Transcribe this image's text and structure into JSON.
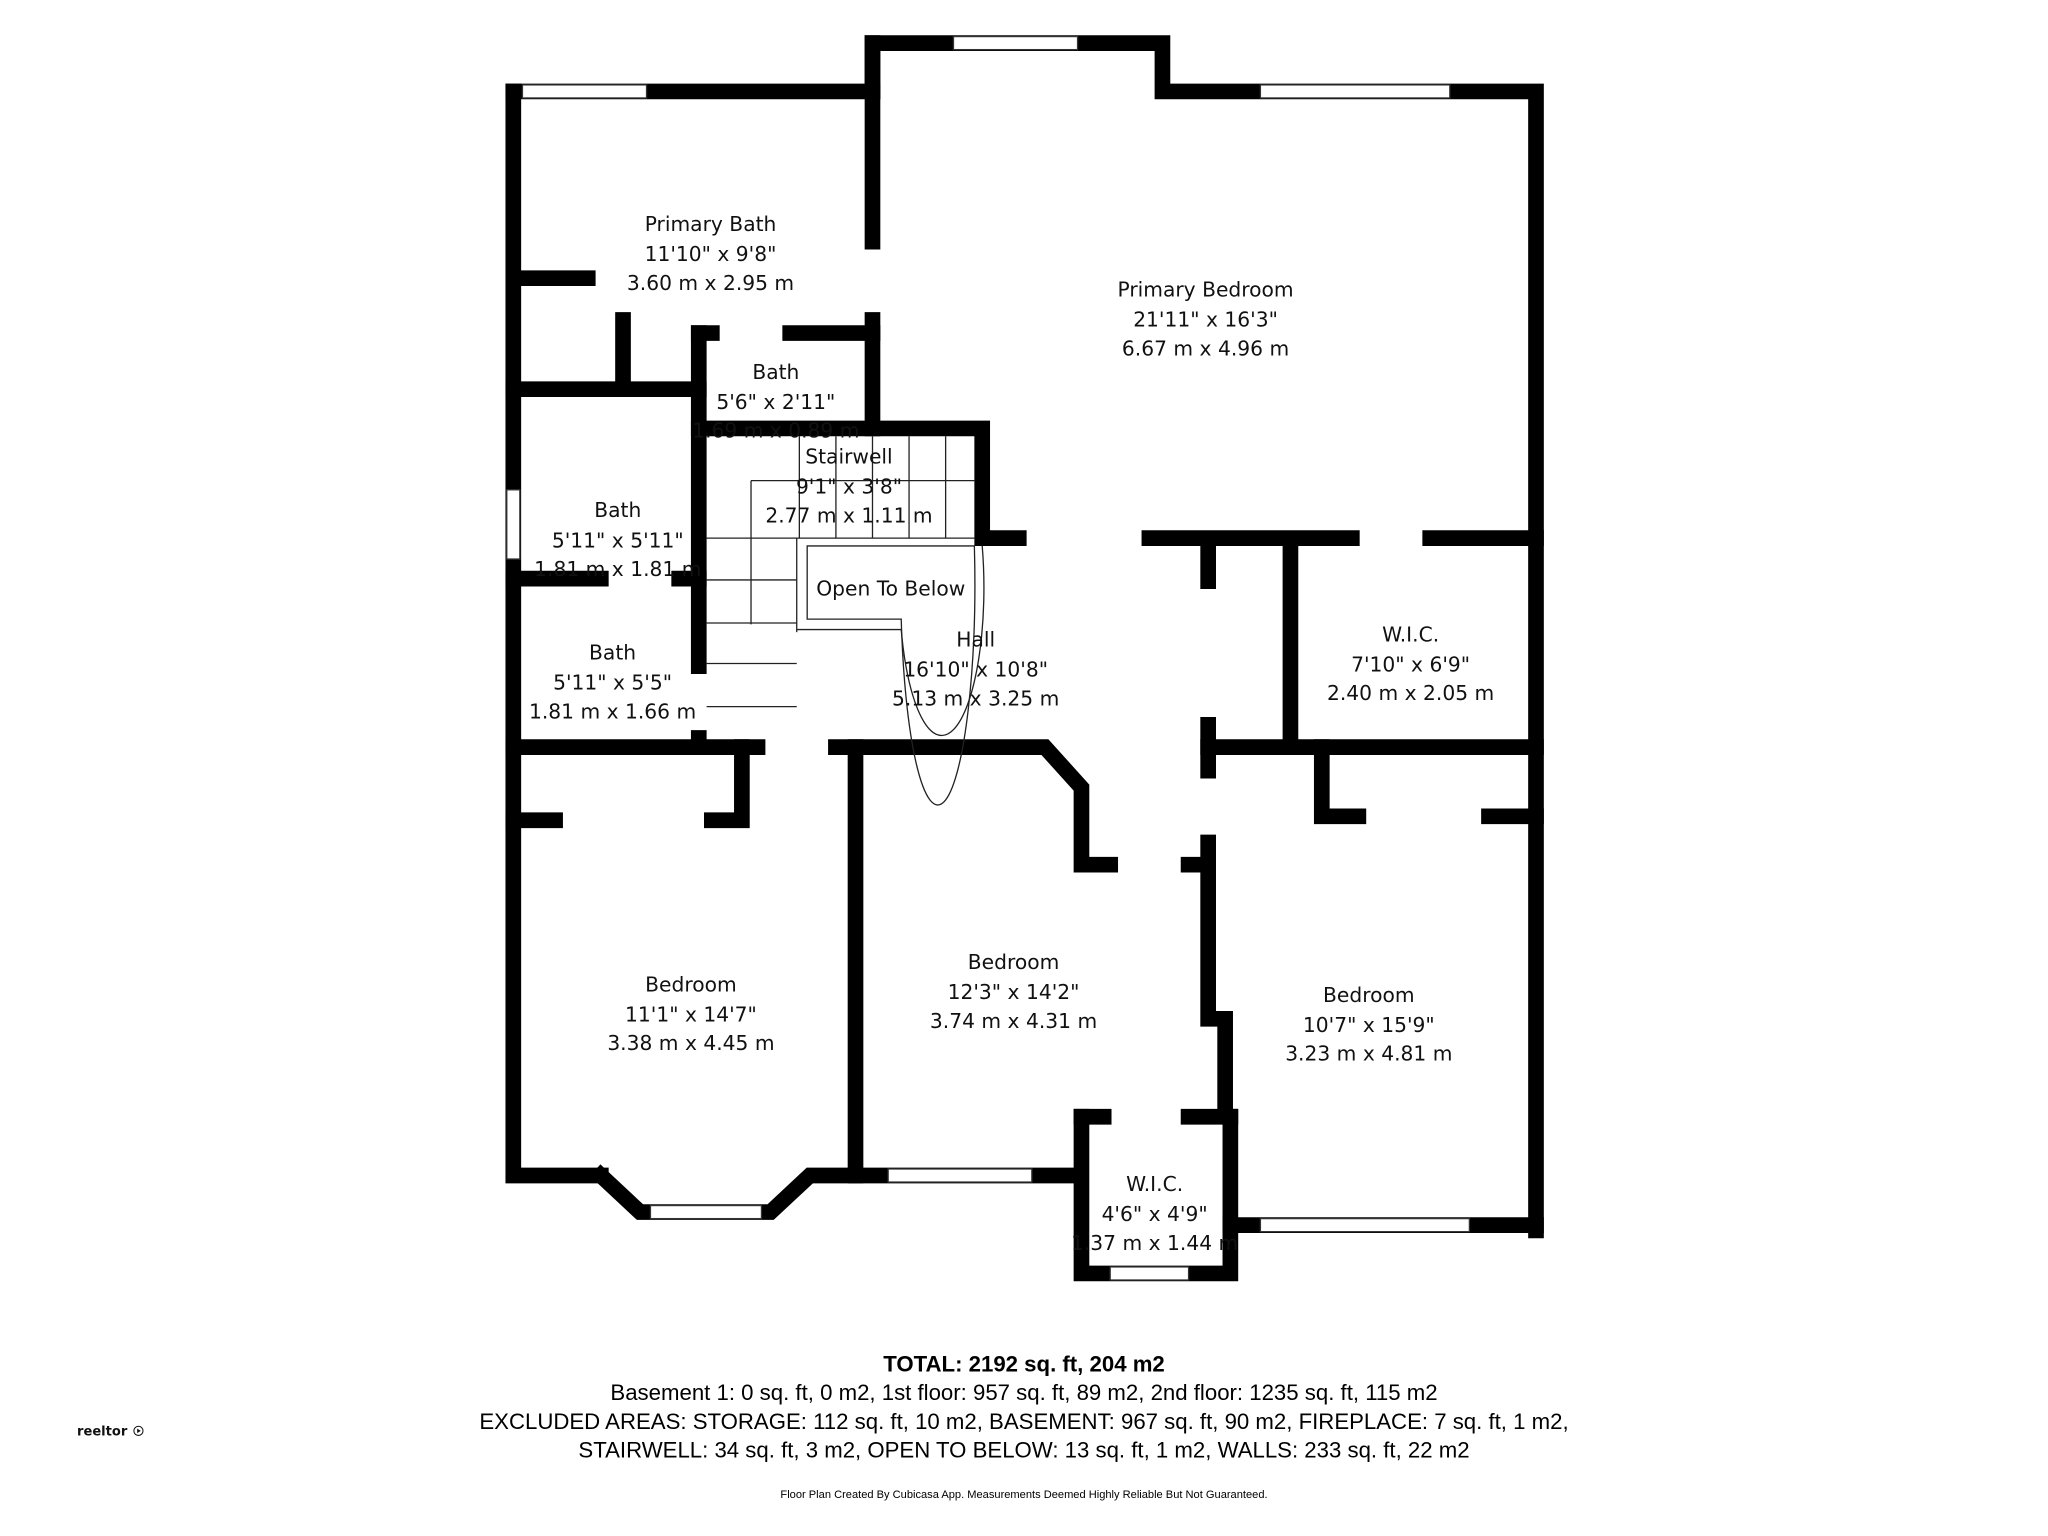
{
  "rooms": [
    {
      "name": "Primary Bath",
      "imperial": "11'10\" x 9'8\"",
      "metric": "3.60 m x 2.95 m"
    },
    {
      "name": "Primary Bedroom",
      "imperial": "21'11\" x 16'3\"",
      "metric": "6.67 m x 4.96 m"
    },
    {
      "name": "Bath",
      "imperial": "5'6\" x 2'11\"",
      "metric": "1.69 m x 0.89 m"
    },
    {
      "name": "Stairwell",
      "imperial": "9'1\" x 3'8\"",
      "metric": "2.77 m x 1.11 m"
    },
    {
      "name": "Bath",
      "imperial": "5'11\" x 5'11\"",
      "metric": "1.81 m x 1.81 m"
    },
    {
      "name": "Open To Below"
    },
    {
      "name": "Hall",
      "imperial": "16'10\" x 10'8\"",
      "metric": "5.13 m x 3.25 m"
    },
    {
      "name": "W.I.C.",
      "imperial": "7'10\" x 6'9\"",
      "metric": "2.40 m x 2.05 m"
    },
    {
      "name": "Bath",
      "imperial": "5'11\" x 5'5\"",
      "metric": "1.81 m x 1.66 m"
    },
    {
      "name": "Bedroom",
      "imperial": "11'1\" x 14'7\"",
      "metric": "3.38 m x 4.45 m"
    },
    {
      "name": "Bedroom",
      "imperial": "12'3\" x 14'2\"",
      "metric": "3.74 m x 4.31 m"
    },
    {
      "name": "Bedroom",
      "imperial": "10'7\" x 15'9\"",
      "metric": "3.23 m x 4.81 m"
    },
    {
      "name": "W.I.C.",
      "imperial": "4'6\" x 4'9\"",
      "metric": "1.37 m x 1.44 m"
    }
  ],
  "summary": {
    "total": "TOTAL: 2192 sq. ft, 204 m2",
    "floors": "Basement 1: 0 sq. ft, 0 m2, 1st floor: 957 sq. ft, 89 m2, 2nd floor: 1235 sq. ft, 115 m2",
    "excluded_1": "EXCLUDED AREAS: STORAGE: 112 sq. ft, 10 m2, BASEMENT: 967 sq. ft, 90 m2, FIREPLACE: 7 sq. ft, 1 m2,",
    "excluded_2": "STAIRWELL: 34 sq. ft, 3 m2, OPEN TO BELOW: 13 sq. ft, 1 m2, WALLS: 233 sq. ft, 22 m2",
    "disclaimer": "Floor Plan Created By Cubicasa App. Measurements Deemed Highly Reliable But Not Guaranteed."
  },
  "logo": {
    "text": "reeltor"
  }
}
